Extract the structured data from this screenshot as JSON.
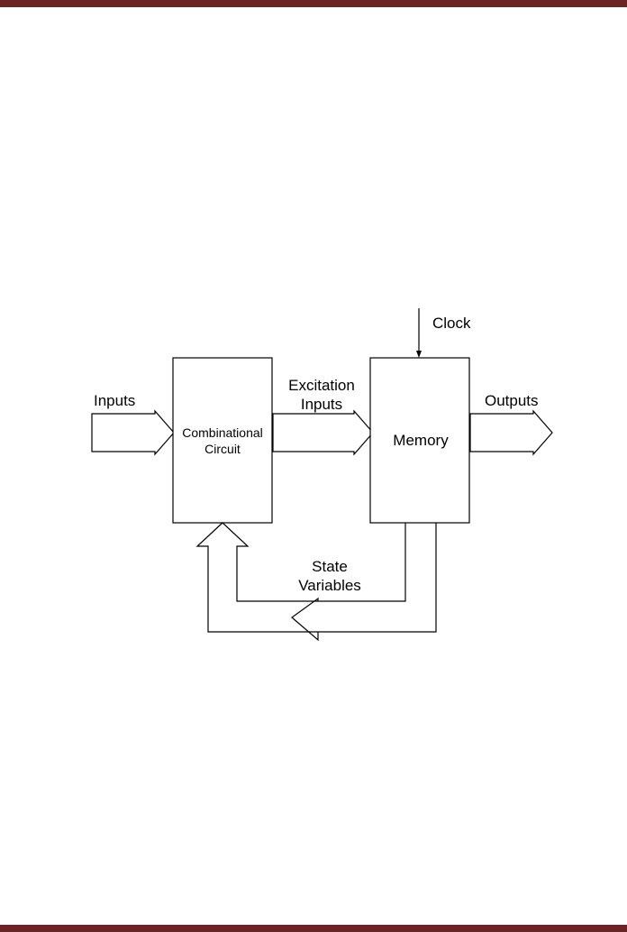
{
  "colors": {
    "page_border": "#6b2424",
    "stroke": "#000000",
    "background": "#ffffff"
  },
  "diagram": {
    "blocks": {
      "combinational_line1": "Combinational",
      "combinational_line2": "Circuit",
      "memory": "Memory"
    },
    "labels": {
      "inputs": "Inputs",
      "excitation_line1": "Excitation",
      "excitation_line2": "Inputs",
      "outputs": "Outputs",
      "clock": "Clock",
      "state_line1": "State",
      "state_line2": "Variables"
    }
  }
}
